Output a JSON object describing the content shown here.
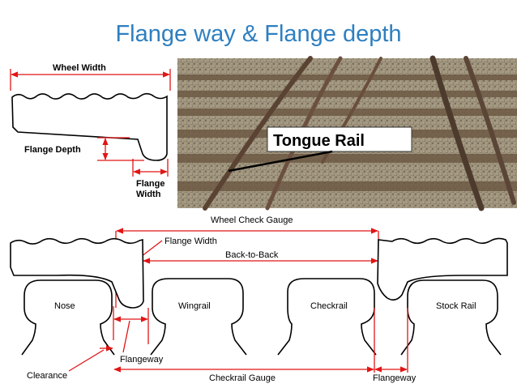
{
  "slide": {
    "title": "Flange way & Flange depth"
  },
  "wheel_diagram": {
    "wheel_width_label": "Wheel Width",
    "flange_depth_label": "Flange Depth",
    "flange_width_label_line1": "Flange",
    "flange_width_label_line2": "Width"
  },
  "photo": {
    "callout": "Tongue Rail"
  },
  "gauge_diagram": {
    "wheel_check_gauge": "Wheel Check Gauge",
    "flange_width": "Flange Width",
    "back_to_back": "Back-to-Back",
    "nose": "Nose",
    "wingrail": "Wingrail",
    "checkrail": "Checkrail",
    "stock_rail": "Stock Rail",
    "flangeway_left": "Flangeway",
    "clearance": "Clearance",
    "checkrail_gauge": "Checkrail Gauge",
    "flangeway_right": "Flangeway"
  },
  "colors": {
    "title": "#2e7fc0",
    "dimension_lines": "#e11515"
  }
}
